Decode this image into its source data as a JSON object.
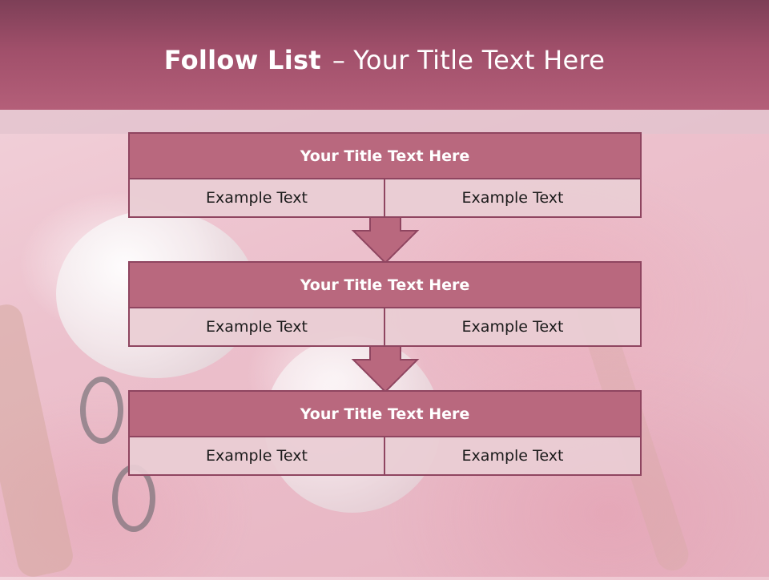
{
  "slide": {
    "title_bold": "Follow List",
    "title_separator": "–",
    "title_rest": "Your Title Text Here"
  },
  "blocks": [
    {
      "title": "Your Title Text Here",
      "left_text": "Example Text",
      "right_text": "Example Text"
    },
    {
      "title": "Your Title Text Here",
      "left_text": "Example Text",
      "right_text": "Example Text"
    },
    {
      "title": "Your Title Text Here",
      "left_text": "Example Text",
      "right_text": "Example Text"
    }
  ],
  "colors": {
    "header": "#a04f6a",
    "block_title": "#b9687e",
    "block_border": "#8f4560",
    "block_cell": "#e9cdd4"
  }
}
